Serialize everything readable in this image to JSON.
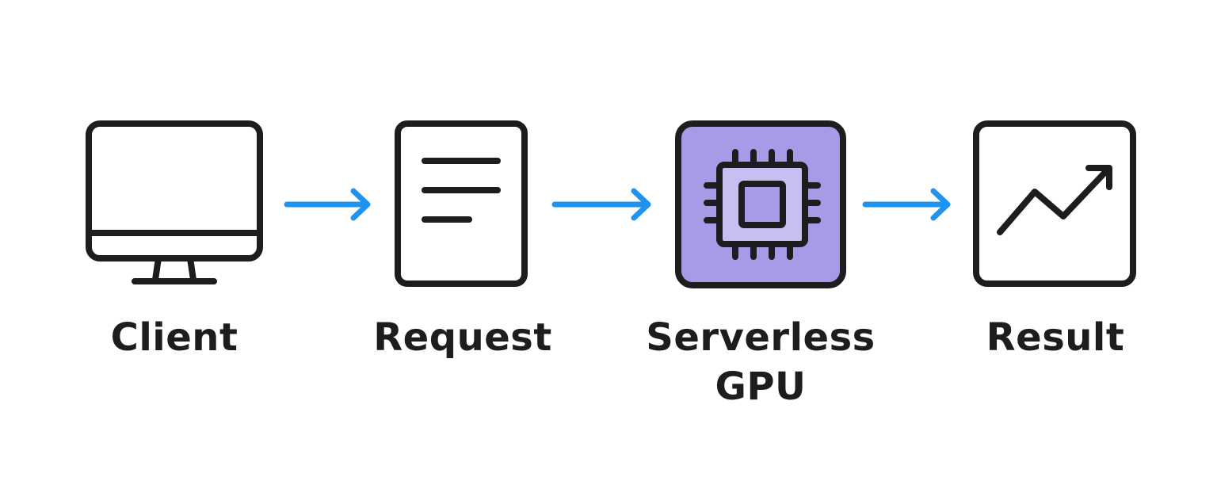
{
  "diagram": {
    "steps": [
      {
        "label": "Client",
        "icon": "monitor-icon"
      },
      {
        "label": "Request",
        "icon": "document-icon"
      },
      {
        "label_lines": [
          "Serverless",
          "GPU"
        ],
        "icon": "gpu-chip-icon"
      },
      {
        "label": "Result",
        "icon": "trending-up-chart-icon"
      }
    ],
    "connector_icon": "arrow-right-icon",
    "colors": {
      "stroke": "#1d1d1f",
      "arrow": "#1f93f0",
      "gpu_fill": "#a79ae6",
      "chip_fill": "#c7bef2",
      "background": "#ffffff"
    }
  }
}
